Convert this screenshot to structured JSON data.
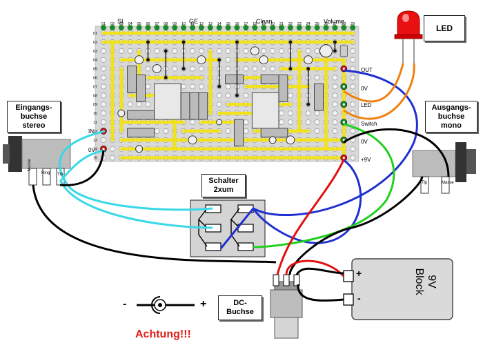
{
  "board": {
    "top_labels": [
      "SI",
      "GE",
      "Clean",
      "Volume"
    ],
    "column_numbers": [
      "01",
      "02",
      "03",
      "04",
      "05",
      "06",
      "07",
      "08",
      "09",
      "10",
      "11",
      "12",
      "13",
      "14",
      "15",
      "16",
      "17",
      "18",
      "19",
      "20",
      "21",
      "22",
      "23",
      "24",
      "25",
      "26",
      "27",
      "28",
      "29"
    ],
    "row_numbers": [
      "01",
      "02",
      "03",
      "04",
      "05",
      "06",
      "07",
      "08",
      "09",
      "10",
      "11",
      "12",
      "13",
      "14",
      "15"
    ],
    "left_pads": [
      "IN",
      "0V"
    ],
    "right_pads": [
      "OUT",
      "0V",
      "LED",
      "Switch",
      "0V",
      "+9V"
    ]
  },
  "labels": {
    "led": "LED",
    "input_jack": "Eingangs-\nbuchse\nstereo",
    "output_jack": "Ausgangs-\nbuchse\nmono",
    "switch": "Schalter\n2xum",
    "dc_jack": "DC-\nBuchse",
    "battery": "9V\nBlock",
    "battery_plus": "+",
    "battery_minus": "-",
    "dc_minus": "-",
    "dc_plus": "+",
    "warning": "Achtung!!!"
  },
  "jack_pins": {
    "input": [
      "Masse",
      "Ring",
      "Tip"
    ],
    "output": [
      "Tip",
      "Masse"
    ]
  },
  "colors": {
    "track": "#f2e21a",
    "board": "#d8d8d8",
    "wire_cyan": "#38d8e8",
    "wire_blue": "#2030d0",
    "wire_orange": "#f08010",
    "wire_green": "#20d020",
    "wire_red": "#e01010",
    "wire_black": "#000000",
    "pad_green": "#1a8a2a",
    "pad_red": "#d01010",
    "warning": "#e0201a"
  }
}
